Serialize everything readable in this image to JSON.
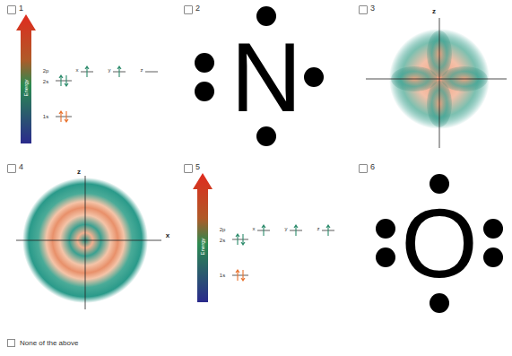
{
  "diagram": {
    "nodes": [
      {
        "text": [
          "1"
        ]
      },
      {
        "text": [
          "2"
        ]
      },
      {
        "text": [
          "3"
        ]
      },
      {
        "text": [
          "4"
        ]
      },
      {
        "text": [
          "5"
        ]
      },
      {
        "text": [
          "6"
        ]
      }
    ],
    "labels": [
      "Energy",
      "2p",
      "2s",
      "1s",
      "x",
      "y",
      "z",
      "N",
      "z",
      "z",
      "x",
      "Energy",
      "2p",
      "2s",
      "1s",
      "x",
      "y",
      "z",
      "O",
      "None of the above"
    ]
  }
}
